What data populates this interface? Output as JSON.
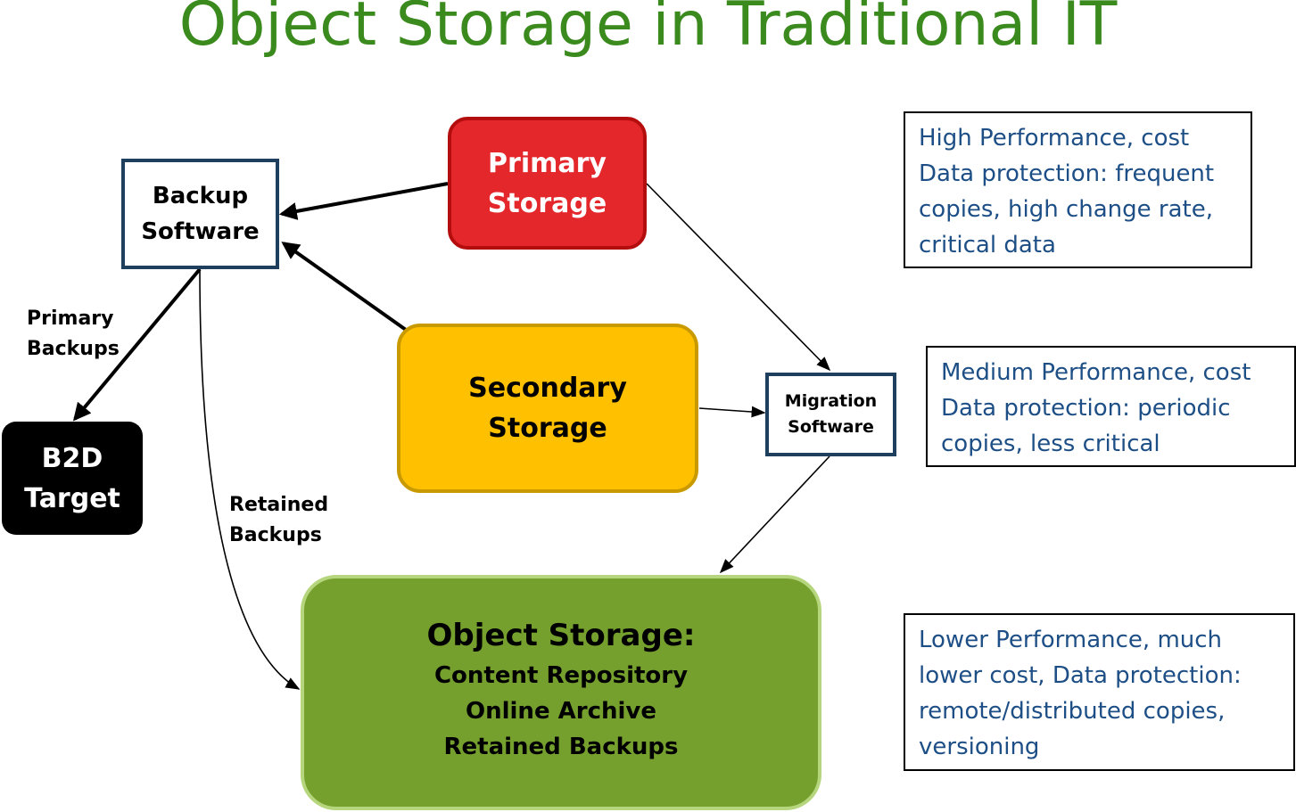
{
  "title": "Object Storage in Traditional IT",
  "nodes": {
    "backup_software": [
      "Backup",
      "Software"
    ],
    "primary_storage": [
      "Primary",
      "Storage"
    ],
    "secondary_storage": [
      "Secondary",
      "Storage"
    ],
    "migration_software": [
      "Migration",
      "Software"
    ],
    "b2d_target": [
      "B2D",
      "Target"
    ],
    "object_storage": {
      "heading": "Object Storage:",
      "items": [
        "Content Repository",
        "Online Archive",
        "Retained Backups"
      ]
    }
  },
  "edge_labels": {
    "primary_backups": [
      "Primary",
      "Backups"
    ],
    "retained_backups": [
      "Retained",
      "Backups"
    ]
  },
  "notes": {
    "primary": [
      "High Performance, cost",
      "Data protection: frequent",
      "copies, high change rate,",
      "critical data"
    ],
    "secondary": [
      "Medium Performance, cost",
      "Data protection: periodic",
      "copies, less critical"
    ],
    "object": [
      "Lower Performance, much",
      "lower cost,  Data protection:",
      "remote/distributed copies,",
      "versioning"
    ]
  },
  "colors": {
    "title": "#3a8a1e",
    "primary_fill": "#e3272b",
    "secondary_fill": "#ffc000",
    "object_fill": "#76a02e",
    "note_text": "#1d4f86",
    "box_border": "#1f3f5f"
  }
}
